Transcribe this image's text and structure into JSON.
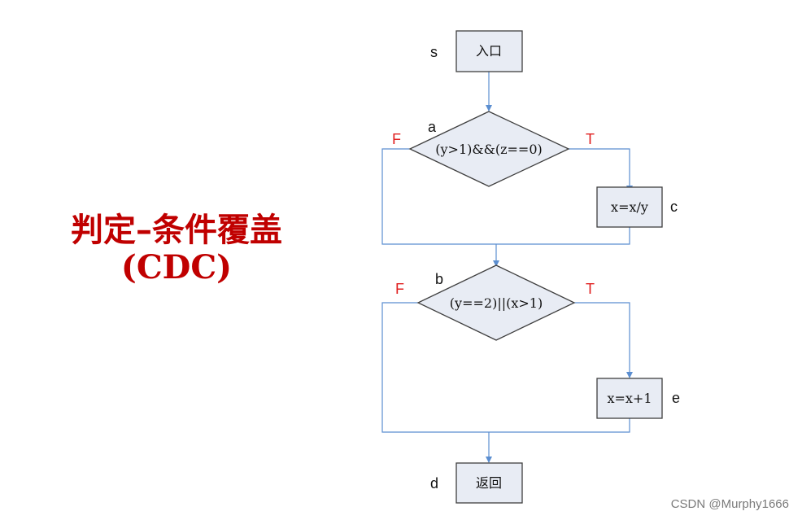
{
  "title": {
    "line1": "判定–条件覆盖",
    "line2": "(CDC)"
  },
  "nodes": {
    "entry": {
      "text": "入口",
      "label": "s"
    },
    "decision_a": {
      "text": "(y>1)&&(z==0)",
      "label": "a",
      "false_label": "F",
      "true_label": "T"
    },
    "process_c": {
      "text": "x=x/y",
      "label": "c"
    },
    "decision_b": {
      "text": "(y==2)||(x>1)",
      "label": "b",
      "false_label": "F",
      "true_label": "T"
    },
    "process_e": {
      "text": "x=x+1",
      "label": "e"
    },
    "return": {
      "text": "返回",
      "label": "d"
    }
  },
  "watermark": "CSDN @Murphy1666",
  "colors": {
    "title": "#c00000",
    "branch_label": "#e02020",
    "edge": "#5b8ed0",
    "node_fill": "#e8ecf4"
  }
}
